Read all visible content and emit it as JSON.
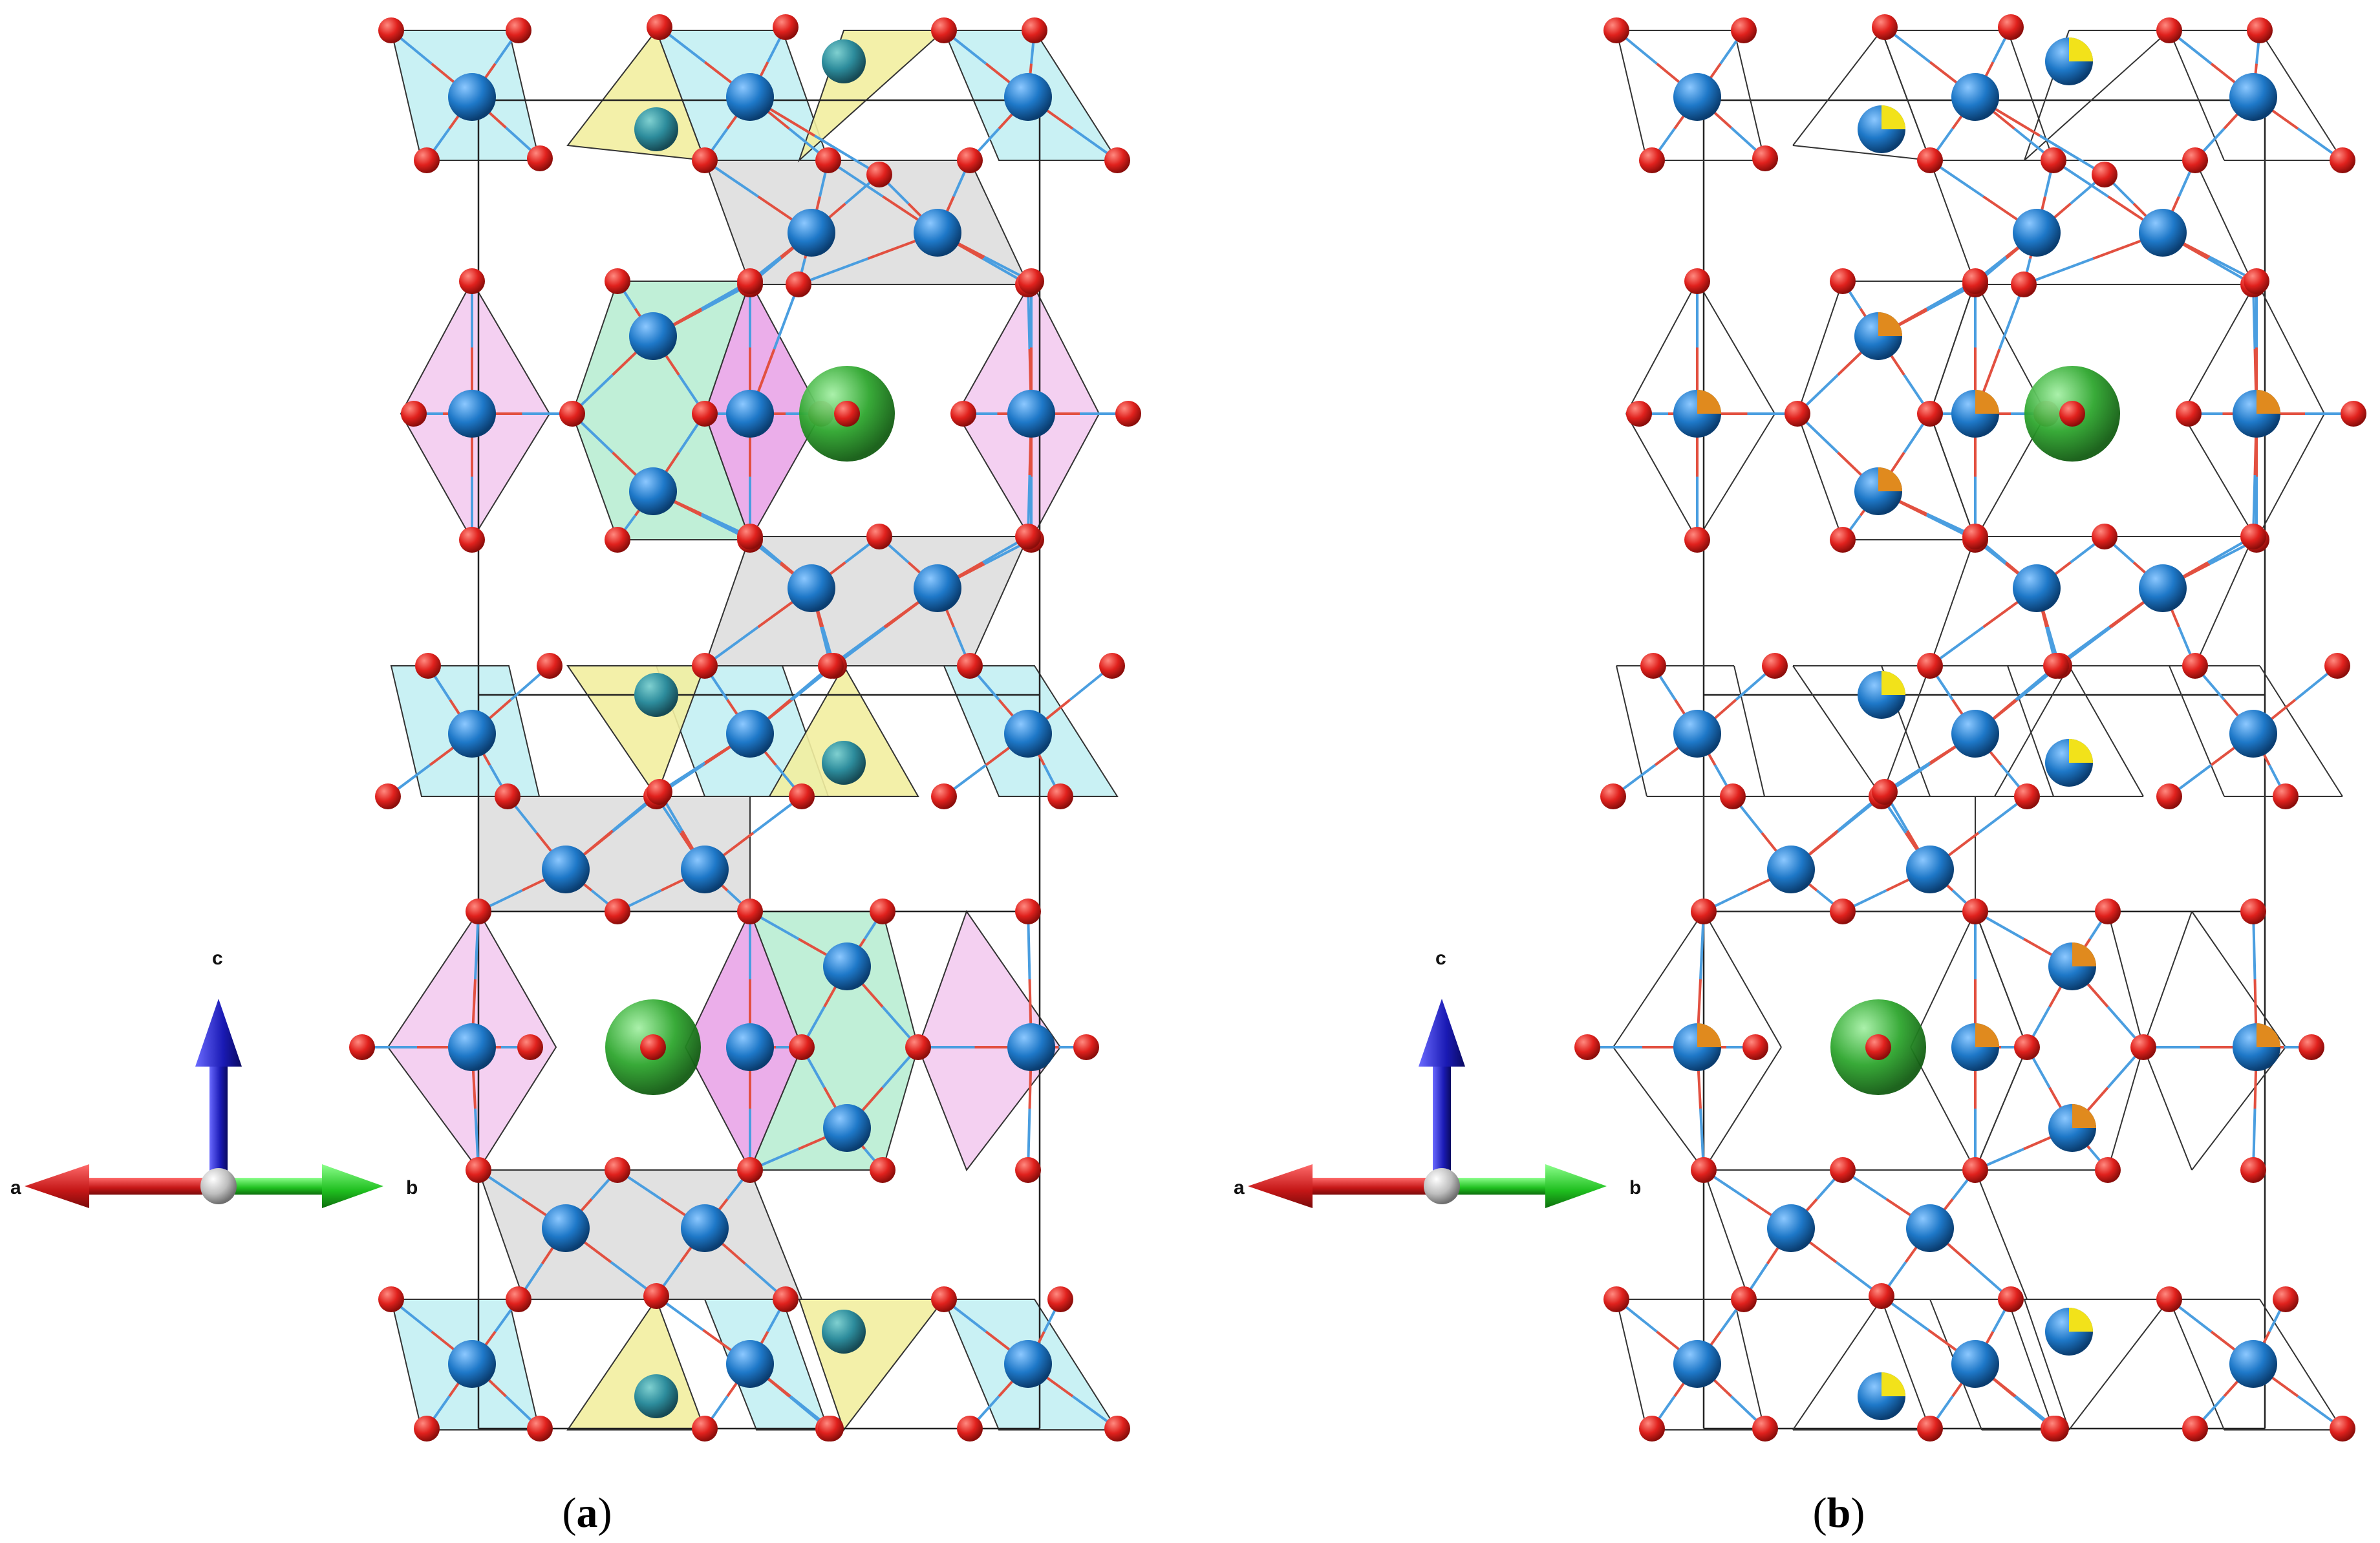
{
  "panels": [
    {
      "id": "a",
      "caption_open": "(",
      "caption_letter": "a",
      "caption_close": ")",
      "style": "polyhedral",
      "axes": {
        "a": "a",
        "b": "b",
        "c": "c"
      }
    },
    {
      "id": "b",
      "caption_open": "(",
      "caption_letter": "b",
      "caption_close": ")",
      "style": "ball-and-stick",
      "axes": {
        "a": "a",
        "b": "b",
        "c": "c"
      }
    }
  ],
  "colors": {
    "oxygen": "#e0211d",
    "metal": "#1e78c8",
    "cation_large": "#2ea62e",
    "partial_yellow": "#f2e21a",
    "partial_orange": "#e08a1e",
    "poly_cyan": "#bfeef2",
    "poly_yellow": "#f2eea0",
    "poly_gray": "#dcdcdc",
    "poly_pink": "#f2c8ee",
    "poly_magenta": "#e7a0e6",
    "poly_green": "#b5ecd0",
    "axis_a": "#cc1a1a",
    "axis_b": "#1fbf1f",
    "axis_c": "#1a1ab4"
  }
}
